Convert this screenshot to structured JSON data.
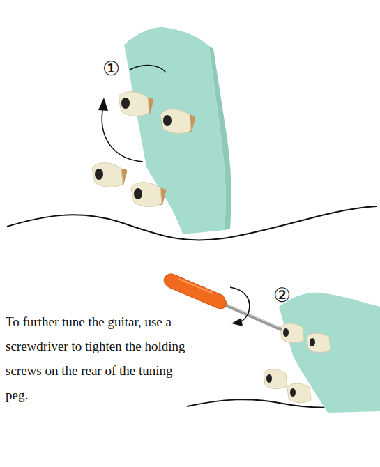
{
  "diagram": {
    "labels": [
      "①",
      "②",
      "To further tune the guitar, use a screwdriver to tighten the holding screws on the rear of the tuning peg."
    ]
  }
}
